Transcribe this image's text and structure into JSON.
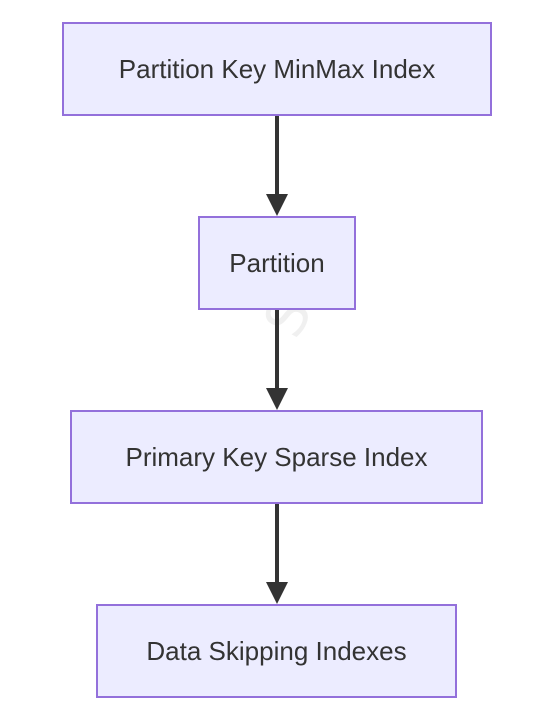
{
  "nodes": [
    {
      "id": "n1",
      "label": "Partition Key MinMax Index"
    },
    {
      "id": "n2",
      "label": "Partition"
    },
    {
      "id": "n3",
      "label": "Primary Key Sparse Index"
    },
    {
      "id": "n4",
      "label": "Data Skipping Indexes"
    }
  ],
  "edges": [
    {
      "from": "n1",
      "to": "n2"
    },
    {
      "from": "n2",
      "to": "n3"
    },
    {
      "from": "n3",
      "to": "n4"
    }
  ],
  "watermark": "SUK",
  "colors": {
    "node_fill": "#ececff",
    "node_border": "#9370db",
    "edge": "#333333",
    "text": "#333333"
  }
}
